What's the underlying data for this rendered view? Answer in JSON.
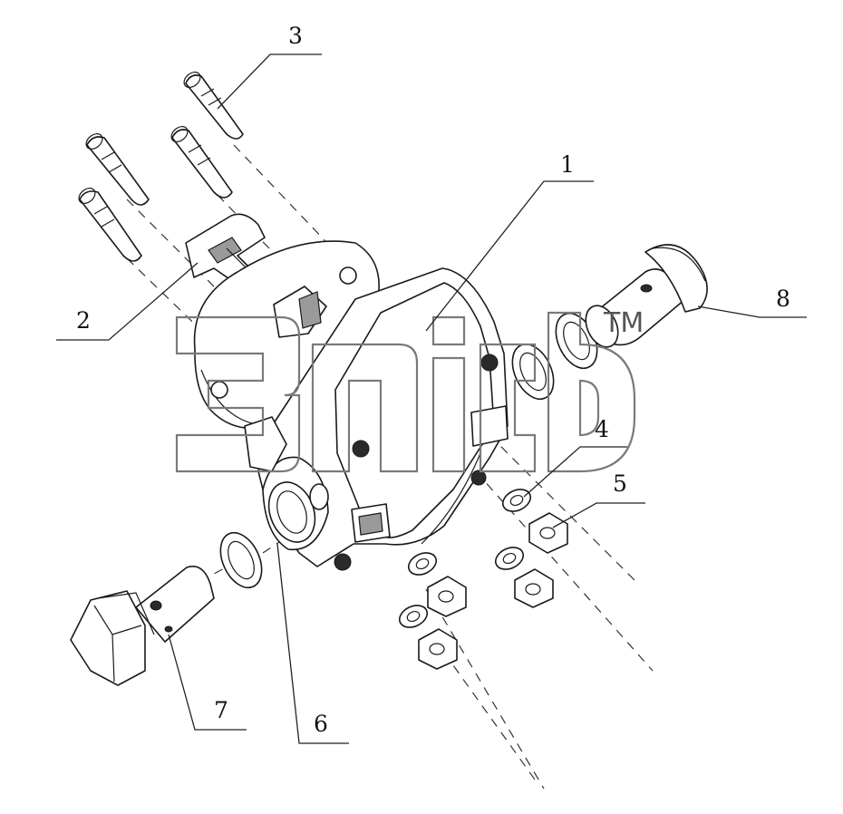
{
  "diagram": {
    "callouts": [
      {
        "id": "1",
        "text": "1"
      },
      {
        "id": "2",
        "text": "2"
      },
      {
        "id": "3",
        "text": "3"
      },
      {
        "id": "4",
        "text": "4"
      },
      {
        "id": "5",
        "text": "5"
      },
      {
        "id": "6",
        "text": "6"
      },
      {
        "id": "7",
        "text": "7"
      },
      {
        "id": "8",
        "text": "8"
      }
    ],
    "watermark": {
      "trademark": "TM"
    }
  }
}
